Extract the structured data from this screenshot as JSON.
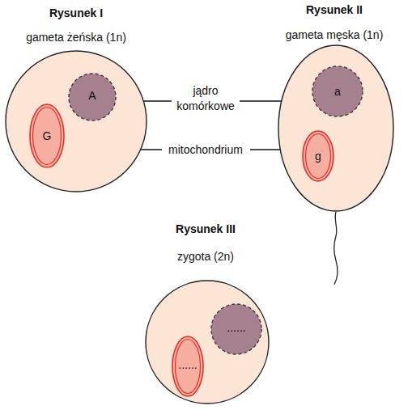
{
  "diagram": {
    "nodes": [
      {
        "text": [
          "Rysunek I",
          "gameta żeńska (1n)"
        ]
      },
      {
        "text": [
          "A"
        ],
        "in": 0
      },
      {
        "text": [
          "G"
        ],
        "in": 0
      },
      {
        "text": [
          "Rysunek II",
          "gameta męska (1n)"
        ]
      },
      {
        "text": [
          "a"
        ],
        "in": 3
      },
      {
        "text": [
          "g"
        ],
        "in": 3
      },
      {
        "text": [
          "Rysunek III",
          "zygota (2n)"
        ]
      },
      {
        "text": [
          "......"
        ],
        "in": 6
      },
      {
        "text": [
          "......"
        ],
        "in": 6
      }
    ],
    "labels": [
      "jądro komórkowe",
      "mitochondrium"
    ]
  }
}
